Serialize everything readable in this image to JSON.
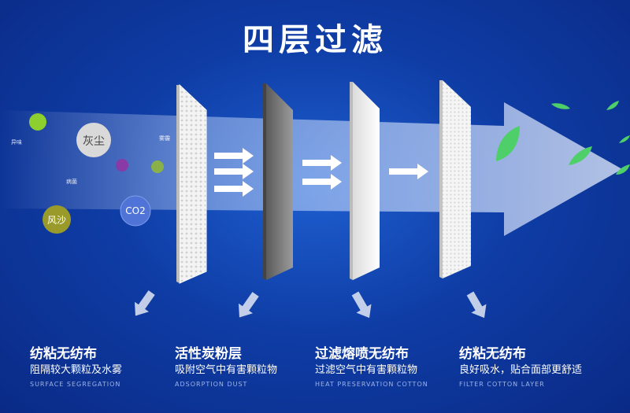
{
  "title": "四层过滤",
  "particles": {
    "dust": "灰尘",
    "sand": "风沙",
    "co2": "CO2",
    "tiny": [
      "异味",
      "病菌",
      "雾霾"
    ]
  },
  "layers": [
    {
      "name": "纺粘无纺布",
      "desc": "阻隔较大颗粒及水雾",
      "en": "SURFACE SEGREGATION"
    },
    {
      "name": "活性炭粉层",
      "desc": "吸附空气中有害颗粒物",
      "en": "ADSORPTION DUST"
    },
    {
      "name": "过滤熔喷无纺布",
      "desc": "过滤空气中有害颗粒物",
      "en": "HEAT PRESERVATION COTTON"
    },
    {
      "name": "纺粘无纺布",
      "desc": "良好吸水，贴合面部更舒适",
      "en": "FILTER COTTON LAYER"
    }
  ],
  "colors": {
    "background": "#0f3da6",
    "dust_circle": "#d9d9d9",
    "sand_circle": "#9a9a2a",
    "co2_circle": "#4f73d6",
    "green_particle": "#8ccf2f",
    "purple_particle": "#8a3aa6",
    "leaf": "#4fcf6a"
  }
}
